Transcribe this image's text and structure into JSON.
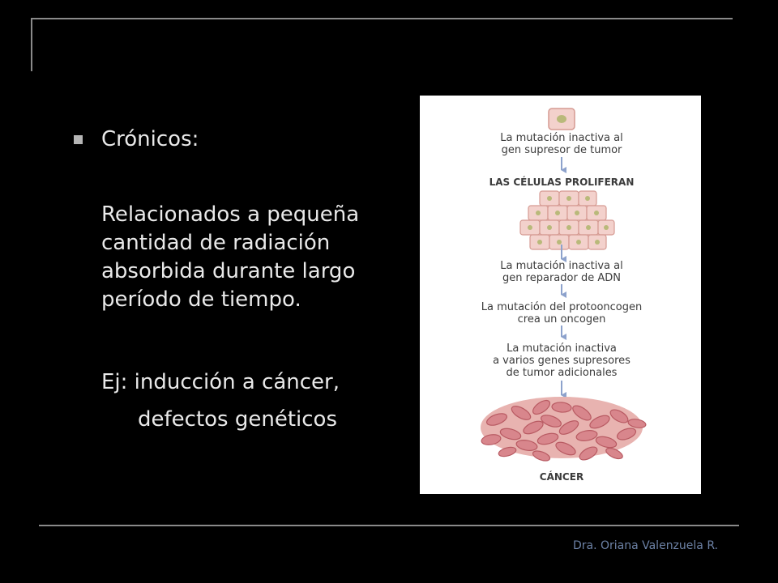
{
  "slide": {
    "heading": "Crónicos:",
    "paragraph": "Relacionados a pequeña cantidad de radiación absorbida durante largo período de tiempo.",
    "example_line1": "Ej: inducción a cáncer,",
    "example_line2": "defectos genéticos",
    "footer": "Dra. Oriana Valenzuela R."
  },
  "figure": {
    "step1_line1": "La mutación inactiva al",
    "step1_line2": "gen supresor de tumor",
    "stage1": "LAS CÉLULAS PROLIFERAN",
    "step2_line1": "La mutación inactiva al",
    "step2_line2": "gen reparador de ADN",
    "step3_line1": "La mutación del protooncogen",
    "step3_line2": "crea un oncogen",
    "step4_line1": "La mutación inactiva",
    "step4_line2": "a varios genes supresores",
    "step4_line3": "de tumor adicionales",
    "stage2": "CÁNCER"
  },
  "colors": {
    "background": "#000000",
    "text": "#e9e9e9",
    "rule": "#8a8a8a",
    "footer": "#6d82a6",
    "arrow": "#8da2cc",
    "cell_fill": "#f3d1cc",
    "cell_nucleus": "#b9b97a",
    "cancer_cell": "#d8868c"
  }
}
